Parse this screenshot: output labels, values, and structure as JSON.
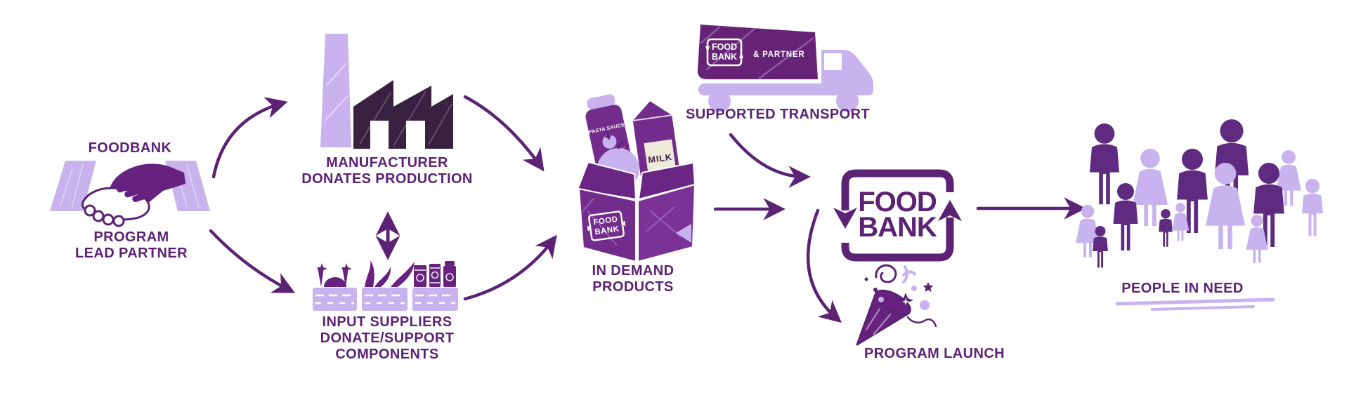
{
  "palette": {
    "deep_purple": "#5c2274",
    "bright_purple": "#67217f",
    "box_purple": "#722c8c",
    "trailer_purple": "#662376",
    "factory_dark": "#392140",
    "lavender": "#c8b3ee",
    "people_dark": "#5e2b80",
    "cream": "#eee9d9",
    "white": "#ffffff"
  },
  "labels": {
    "lead_partner_top": "FOODBANK",
    "lead_partner_bottom": "PROGRAM\nLEAD PARTNER",
    "manufacturer": "MANUFACTURER\nDONATES PRODUCTION",
    "input_suppliers": "INPUT SUPPLIERS\nDONATE/SUPPORT\nCOMPONENTS",
    "in_demand": "IN DEMAND\nPRODUCTS",
    "supported_transport": "SUPPORTED TRANSPORT",
    "program_launch": "PROGRAM LAUNCH",
    "people_in_need": "PEOPLE IN NEED"
  },
  "icons": {
    "box_stamp": {
      "line1": "FOOD",
      "line2": "BANK"
    },
    "jar": {
      "label": "PASTA SAUCE"
    },
    "milk": {
      "label": "MILK"
    },
    "truck_logo": {
      "line1": "FOOD",
      "line2": "BANK"
    },
    "truck_partner": "& PARTNER",
    "foodbank_logo": {
      "line1": "FOOD",
      "line2": "BANK"
    }
  }
}
